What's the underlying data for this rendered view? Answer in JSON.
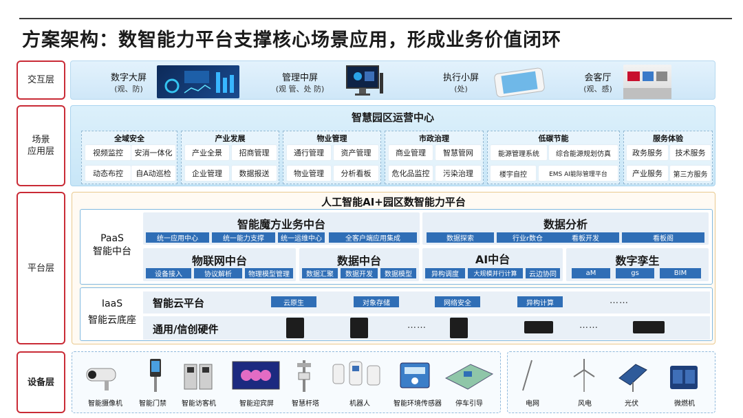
{
  "title": "方案架构：数智能力平台支撑核心场景应用，形成业务价值闭环",
  "layers": [
    "交互层",
    "场景\n应用层",
    "平台层",
    "设备层"
  ],
  "interaction": [
    {
      "name": "数字大屏",
      "sub": "(观、防)"
    },
    {
      "name": "管理中屏",
      "sub": "(观 管、处 防)"
    },
    {
      "name": "执行小屏",
      "sub": "(处)"
    },
    {
      "name": "会客厅",
      "sub": "(观、感)"
    }
  ],
  "scene": {
    "title": "智慧园区运营中心",
    "groups": [
      {
        "title": "全域安全",
        "items": [
          "视频监控",
          "安消一体化",
          "动态布控",
          "自A动巡检"
        ]
      },
      {
        "title": "产业发展",
        "items": [
          "产业全景",
          "招商管理",
          "企业管理",
          "数据报送"
        ]
      },
      {
        "title": "物业管理",
        "items": [
          "通行管理",
          "资产管理",
          "物业管理",
          "分析看板"
        ]
      },
      {
        "title": "市政治理",
        "items": [
          "商业管理",
          "智慧管网",
          "危化品监控",
          "污染治理"
        ]
      },
      {
        "title": "低碳节能",
        "items": [
          "能源管理系统",
          "综合能源规划仿真",
          "楼宇自控",
          "EMS AI能际管理平台"
        ]
      },
      {
        "title": "服务体验",
        "items": [
          "政务服务",
          "技术服务",
          "产业服务",
          "第三方服务"
        ]
      }
    ]
  },
  "platform": {
    "title": "人工智能AI+园区数智能力平台",
    "paas_label": "PaaS\n智能中台",
    "biz": {
      "title": "智能魔方业务中台",
      "items": [
        "统一应用中心",
        "统一能力支撑",
        "统一运维中心",
        "全客户端应用集成"
      ]
    },
    "analysis": {
      "title": "数据分析",
      "items": [
        "数据探索",
        "行业r数仓",
        "看板开发",
        "看板阁"
      ]
    },
    "iot": {
      "title": "物联网中台",
      "items": [
        "设备接入",
        "协议解析",
        "物理模型管理"
      ]
    },
    "data": {
      "title": "数据中台",
      "items": [
        "数据汇聚",
        "数据开发",
        "数据模型"
      ]
    },
    "ai": {
      "title": "AI中台",
      "items": [
        "异构调度",
        "大规模并行计算",
        "云边协同"
      ]
    },
    "twin": {
      "title": "数字孪生",
      "items": [
        "aM",
        "gs",
        "BIM"
      ]
    },
    "iaas_label": "IaaS\n智能云底座",
    "cloud": {
      "title": "智能云平台",
      "items": [
        "云原生",
        "对象存储",
        "网络安全",
        "异构计算"
      ],
      "more": "……"
    },
    "hw": {
      "title": "通用/信创硬件",
      "more": "……"
    }
  },
  "devices_a": [
    "智能摄像机",
    "智能门禁",
    "智能访客机",
    "智能迎宾屏",
    "智慧杆塔",
    "机器人",
    "智能环境传感器",
    "停车引导"
  ],
  "devices_b": [
    "电网",
    "风电",
    "光伏",
    "微燃机"
  ]
}
